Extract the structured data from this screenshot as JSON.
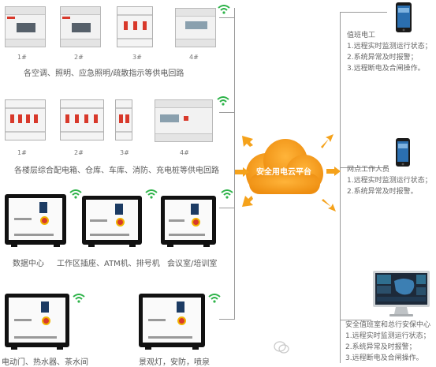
{
  "groups": {
    "row1_numbers": [
      "1#",
      "2#",
      "3#",
      "4#"
    ],
    "row1_caption": "各空调、照明、应急照明/疏散指示等供电回路",
    "row2_numbers": [
      "1#",
      "2#",
      "3#",
      "4#"
    ],
    "row2_caption": "各楼层综合配电箱、仓库、车库、消防、充电桩等供电回路",
    "row3_labels": [
      "数据中心",
      "工作区插座、ATM机、排号机",
      "会议室/培训室"
    ],
    "row4_labels": [
      "电动门、热水器、茶水间",
      "景观灯，安防，喷泉"
    ]
  },
  "cloud": {
    "label": "安全用电云平台"
  },
  "receivers": [
    {
      "title": "值班电工",
      "items": [
        "1.远程实时监测运行状态；",
        "2.系统异常及时报警；",
        "3.远程断电及合闸操作。"
      ]
    },
    {
      "title": "网点工作人员",
      "items": [
        "1.远程实时监测运行状态；",
        "2.系统异常及时报警。"
      ]
    },
    {
      "title": "安全值班室和总行安保中心",
      "items": [
        "1.远程实时监测运行状态；",
        "2.系统异常及时报警；",
        "3.远程断电及合闸操作。"
      ]
    }
  ],
  "colors": {
    "cloud": "#f5a21b",
    "arrow": "#f5a21b",
    "wifi": "#2fb34a",
    "device_red": "#d8392b"
  },
  "icons": [
    "wifi-icon",
    "cloud-icon",
    "smartphone-icon",
    "monitor-icon",
    "arrow-icon",
    "wechat-watermark-icon"
  ]
}
